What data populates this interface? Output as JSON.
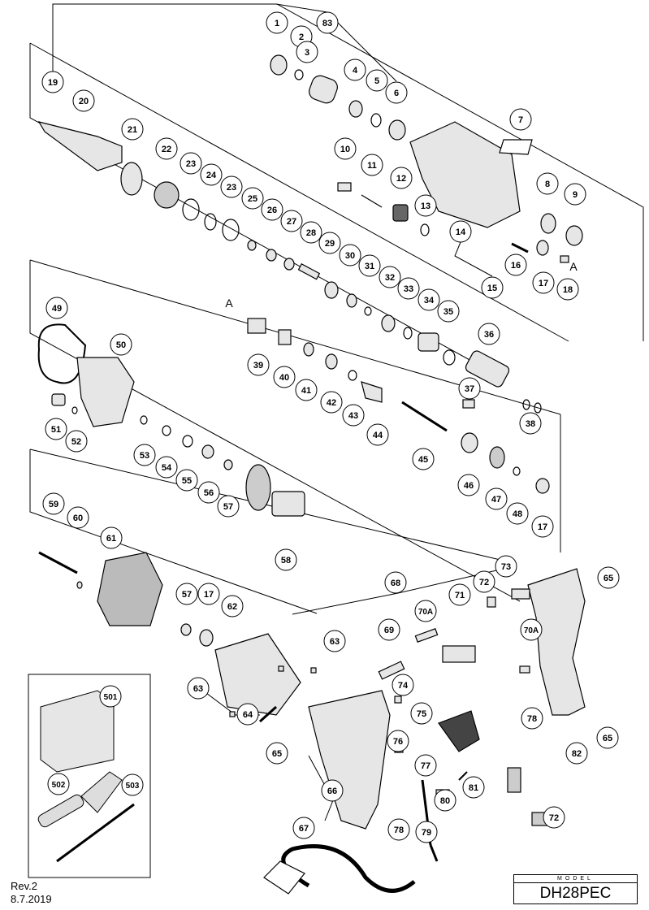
{
  "revision": "Rev.2",
  "date": "8.7.2019",
  "model_label": "MODEL",
  "model_name": "DH28PEC",
  "reference_marks": [
    "A",
    "A"
  ],
  "callouts": [
    "1",
    "2",
    "3",
    "83",
    "4",
    "5",
    "6",
    "7",
    "10",
    "11",
    "12",
    "8",
    "9",
    "13",
    "14",
    "15",
    "16",
    "17",
    "18",
    "19",
    "20",
    "21",
    "22",
    "23",
    "24",
    "23",
    "25",
    "26",
    "27",
    "28",
    "29",
    "30",
    "31",
    "32",
    "33",
    "34",
    "35",
    "36",
    "37",
    "38",
    "39",
    "40",
    "41",
    "42",
    "43",
    "44",
    "45",
    "46",
    "47",
    "48",
    "17",
    "49",
    "50",
    "51",
    "52",
    "53",
    "54",
    "55",
    "56",
    "57",
    "58",
    "59",
    "60",
    "61",
    "57",
    "17",
    "62",
    "63",
    "63",
    "64",
    "65",
    "66",
    "67",
    "68",
    "69",
    "70A",
    "71",
    "72",
    "73",
    "74",
    "75",
    "76",
    "77",
    "78",
    "79",
    "80",
    "81",
    "72",
    "70A",
    "78",
    "82",
    "65",
    "65",
    "501",
    "502",
    "503"
  ]
}
